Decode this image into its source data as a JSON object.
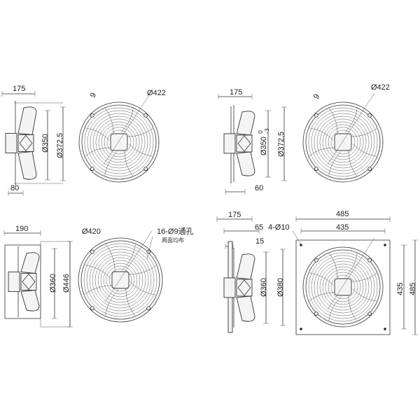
{
  "views": {
    "fan_a": {
      "side_depth": "175",
      "front_dia": "Ø422",
      "slot": "9",
      "inner_dia": "Ø350",
      "outer_dia": "Ø372,5",
      "offset": "80"
    },
    "fan_b": {
      "side_depth": "175",
      "front_dia": "Ø422",
      "slot": "9",
      "inner_dia": "Ø350",
      "tol_upper": "0",
      "tol_lower": "-3",
      "outer_dia": "Ø372,5",
      "offset": "60"
    },
    "fan_c": {
      "side_depth": "190",
      "front_dia": "Ø420",
      "holes": "16-Ø9通孔",
      "holes_note": "两面均布",
      "inner_dia": "Ø360",
      "outer_dia": "Ø446"
    },
    "fan_d": {
      "side_depth": "175",
      "dim_65": "65",
      "dim_15": "15",
      "holes": "4-Ø10",
      "plate_width": "485",
      "hole_spacing_w": "435",
      "inner_dia": "Ø360",
      "outer_dia": "Ø380",
      "hole_spacing_h": "435",
      "plate_height": "485"
    }
  }
}
